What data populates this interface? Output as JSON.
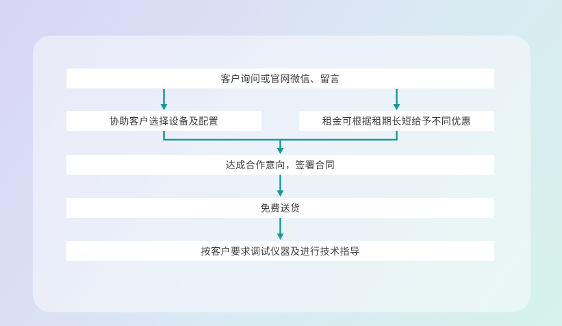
{
  "page": {
    "background": {
      "from": "#d9d5f4",
      "mid": "#dae9f4",
      "to": "#d6f2ea"
    },
    "card_background": "rgba(255,255,255,0.45)"
  },
  "flowchart": {
    "arrow_color": "#17999b",
    "box_background": "#ffffff",
    "text_color": "#3d3d3d",
    "nodes": {
      "step1": "客户询问或官网微信、留言",
      "step2a": "协助客户选择设备及配置",
      "step2b": "租金可根据租期长短给予不同优惠",
      "step3": "达成合作意向，签署合同",
      "step4": "免费送货",
      "step5": "按客户要求调试仪器及进行技术指导"
    }
  }
}
